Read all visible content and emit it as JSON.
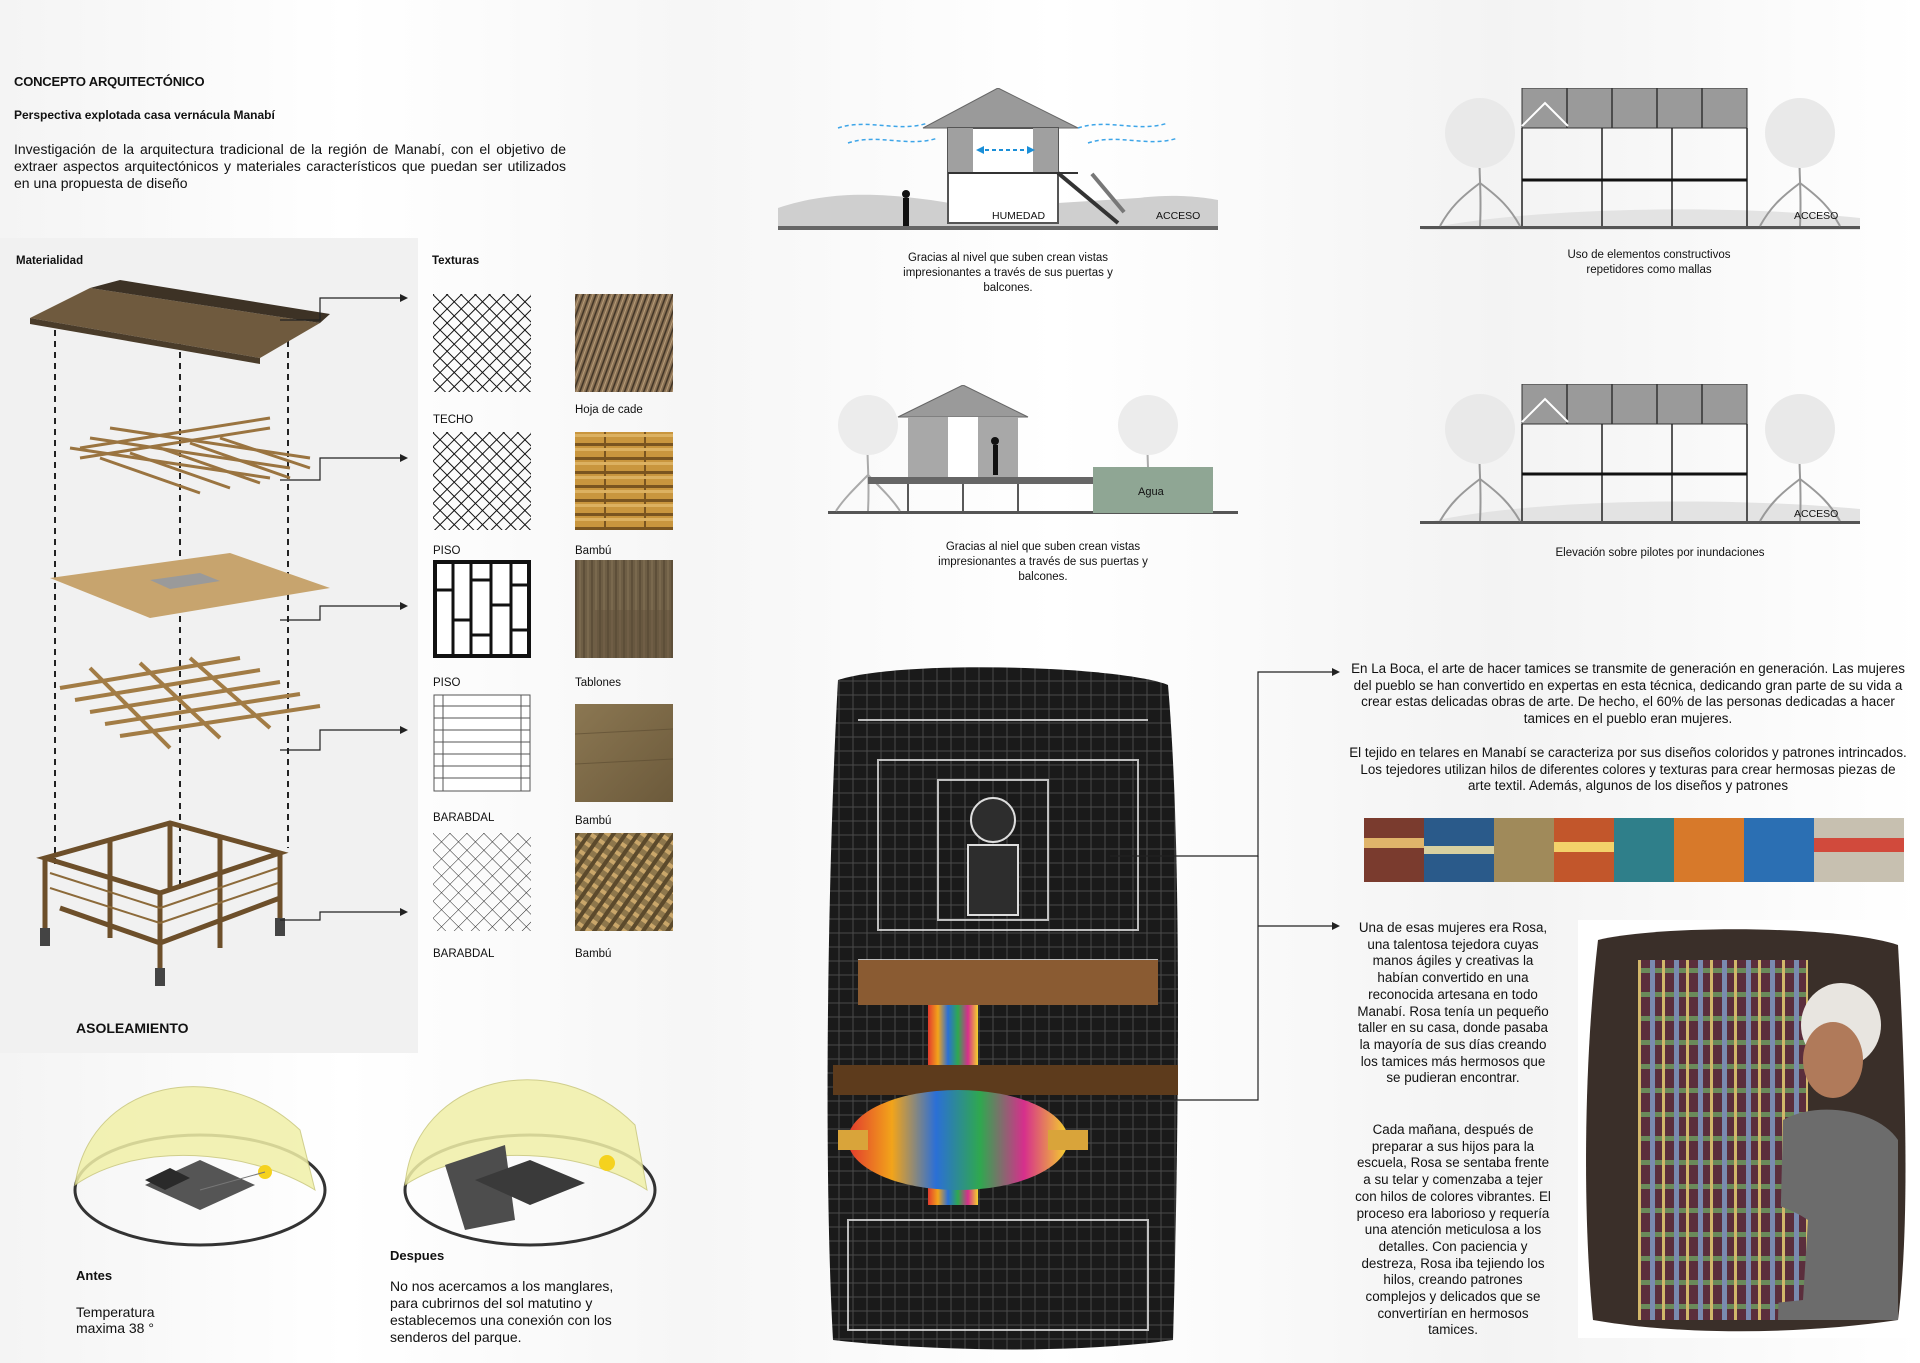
{
  "header": {
    "title": "CONCEPTO ARQUITECTÓNICO",
    "subtitle": "Perspectiva explotada casa vernácula Manabí",
    "intro": "Investigación de la arquitectura tradicional de la región de Manabí, con el objetivo de extraer aspectos arquitectónicos y materiales característicos que puedan ser utilizados en una propuesta de diseño"
  },
  "materialidad": {
    "title": "Materialidad"
  },
  "texturas": {
    "title": "Texturas",
    "labels": [
      "TECHO",
      "Hoja de cade",
      "PISO",
      "Bambú",
      "PISO",
      "Tablones",
      "BARABDAL",
      "Bambú",
      "BARABDAL",
      "Bambú"
    ]
  },
  "asoleamiento": {
    "title": "ASOLEAMIENTO",
    "antes_title": "Antes",
    "antes_text": "Temperatura maxima 38 °",
    "despues_title": "Despues",
    "despues_text": "No nos acercamos a los manglares, para cubrirnos del sol matutino y establecemos una conexión con los senderos del parque."
  },
  "diagrams": {
    "d1_humedad": "HUMEDAD",
    "d1_acceso": "ACCESO",
    "d1_caption": "Gracias al nivel que suben crean vistas impresionantes a través de sus puertas y balcones.",
    "d2_acceso": "ACCESO",
    "d2_caption": "Uso de elementos constructivos repetidores como mallas",
    "d3_agua": "Agua",
    "d3_caption": "Gracias al niel que suben crean vistas impresionantes a través de sus puertas y balcones.",
    "d4_acceso": "ACCESO",
    "d4_caption": "Elevación sobre pilotes por inundaciones"
  },
  "story": {
    "p1": "En La Boca, el arte de hacer tamices se transmite de generación en generación. Las mujeres del pueblo se han convertido en expertas en esta técnica, dedicando gran parte de su vida a crear estas delicadas obras de arte. De hecho, el 60% de las personas dedicadas a hacer tamices en el pueblo eran mujeres.",
    "p2": "El tejido en telares en Manabí se caracteriza por sus diseños coloridos y patrones intrincados. Los tejedores utilizan hilos de diferentes colores y texturas para crear hermosas piezas de arte textil. Además, algunos de los diseños y patrones",
    "p3": "Una de esas mujeres era Rosa, una talentosa tejedora cuyas manos ágiles y creativas la habían convertido en una reconocida artesana en todo Manabí. Rosa tenía un pequeño taller en su casa, donde pasaba la mayoría de sus días creando los tamices más hermosos que se pudieran encontrar.",
    "p4": "Cada mañana, después de preparar a sus hijos para la escuela, Rosa se sentaba frente a su telar y comenzaba a tejer con hilos de colores vibrantes. El proceso era laborioso y requería una atención meticulosa a los detalles. Con paciencia y destreza, Rosa iba tejiendo los hilos, creando patrones complejos y delicados que se convertirían en hermosos tamices."
  },
  "colors": {
    "wood": "#b08a55",
    "diagram_gray": "#8a8a8a",
    "sun_yellow": "#f1f0a8",
    "water_green": "#8fa694"
  }
}
